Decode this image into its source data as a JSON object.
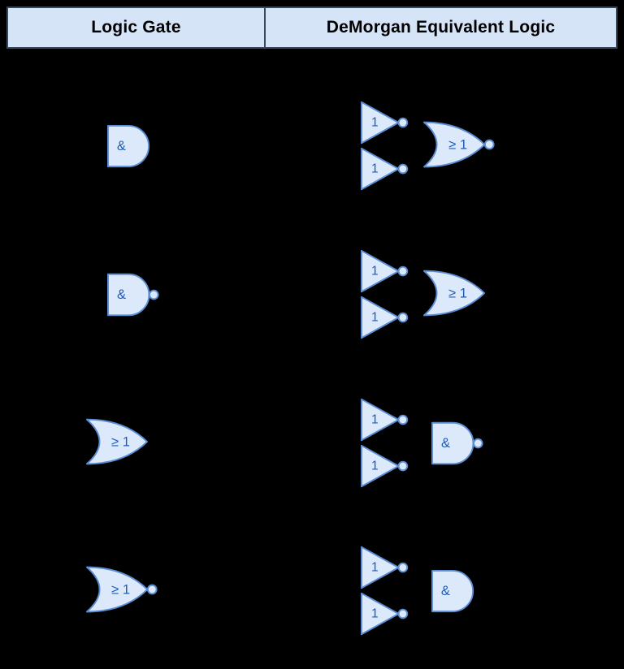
{
  "header": {
    "columns": [
      {
        "label": "Logic Gate"
      },
      {
        "label": "DeMorgan Equivalent Logic"
      }
    ]
  },
  "colors": {
    "background": "#000000",
    "header_fill": "#d6e4f7",
    "header_border": "#3a4a5e",
    "header_text": "#000000",
    "gate_fill": "#dce9fa",
    "gate_stroke": "#5b8dd4",
    "gate_label_text": "#1f5bb5"
  },
  "labels": {
    "and": "&",
    "or": "≥ 1",
    "not": "1"
  },
  "rows": [
    {
      "id": "row-and",
      "left": {
        "gate": "and",
        "label": "&",
        "inverted_output": false
      },
      "right": {
        "inverters": [
          {
            "label": "1",
            "inverted_output": true
          },
          {
            "label": "1",
            "inverted_output": true
          }
        ],
        "gate": "or",
        "label": "≥ 1",
        "inverted_output": true
      }
    },
    {
      "id": "row-nand",
      "left": {
        "gate": "and",
        "label": "&",
        "inverted_output": true
      },
      "right": {
        "inverters": [
          {
            "label": "1",
            "inverted_output": true
          },
          {
            "label": "1",
            "inverted_output": true
          }
        ],
        "gate": "or",
        "label": "≥ 1",
        "inverted_output": false
      }
    },
    {
      "id": "row-or",
      "left": {
        "gate": "or",
        "label": "≥ 1",
        "inverted_output": false
      },
      "right": {
        "inverters": [
          {
            "label": "1",
            "inverted_output": true
          },
          {
            "label": "1",
            "inverted_output": true
          }
        ],
        "gate": "and",
        "label": "&",
        "inverted_output": true
      }
    },
    {
      "id": "row-nor",
      "left": {
        "gate": "or",
        "label": "≥ 1",
        "inverted_output": true
      },
      "right": {
        "inverters": [
          {
            "label": "1",
            "inverted_output": true
          },
          {
            "label": "1",
            "inverted_output": true
          }
        ],
        "gate": "and",
        "label": "&",
        "inverted_output": false
      }
    }
  ]
}
